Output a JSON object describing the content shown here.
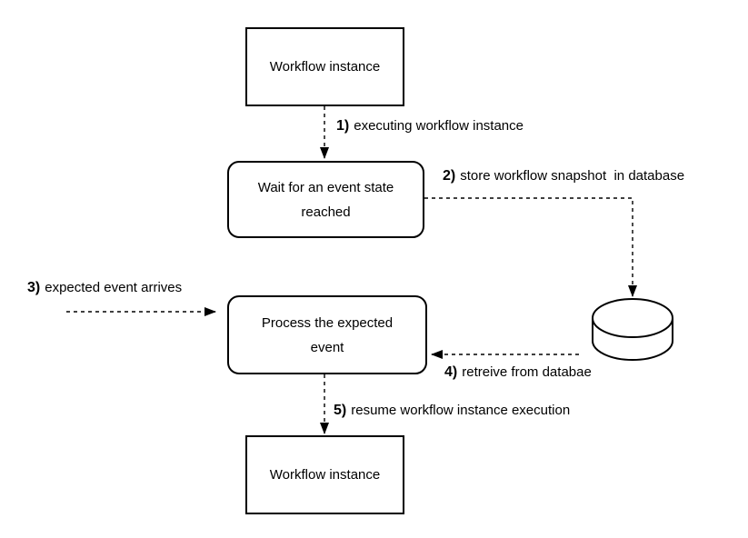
{
  "nodes": {
    "workflow_top": {
      "label": "Workflow instance"
    },
    "wait_state": {
      "label": "Wait for an event state reached"
    },
    "process_event": {
      "label": "Process the expected event"
    },
    "workflow_bottom": {
      "label": "Workflow instance"
    }
  },
  "edges": [
    {
      "num": "1)",
      "text": "executing workflow instance"
    },
    {
      "num": "2)",
      "text": "store workflow snapshot  in database"
    },
    {
      "num": "3)",
      "text": "expected event arrives"
    },
    {
      "num": "4)",
      "text": "retreive from databae"
    },
    {
      "num": "5)",
      "text": "resume workflow instance execution"
    }
  ],
  "icons": {
    "database": "database-cylinder"
  },
  "colors": {
    "background": "#ffffff",
    "stroke": "#000000",
    "text": "#000000"
  }
}
